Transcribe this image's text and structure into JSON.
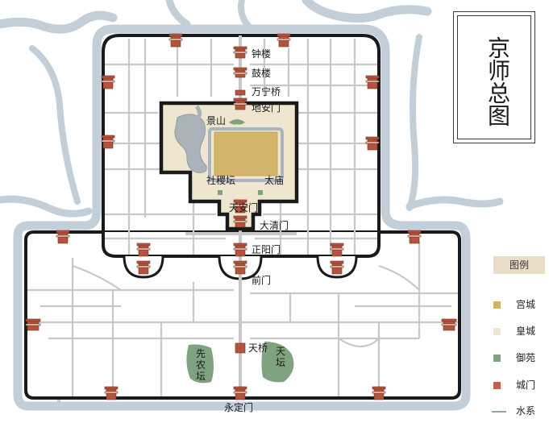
{
  "title": "京师总图",
  "labels": {
    "bell_tower": "钟楼",
    "drum_tower": "鼓楼",
    "wanning_bridge": "万宁桥",
    "dianmen": "地安门",
    "jingshan": "景山",
    "sheji_altar": "社稷坛",
    "taimiao": "太庙",
    "tiananmen": "天安门",
    "daqingmen": "大清门",
    "zhengyangmen": "正阳门",
    "qianmen": "前门",
    "tianqiao": "天桥",
    "xiannong_altar": "先农坛",
    "tiantan": "天坛",
    "yongdingmen": "永定门"
  },
  "legend": {
    "title": "图例",
    "items": [
      {
        "label": "宫城",
        "color": "#d4b46a",
        "kind": "box"
      },
      {
        "label": "皇城",
        "color": "#efe6cf",
        "kind": "box"
      },
      {
        "label": "御苑",
        "color": "#7fa380",
        "kind": "box"
      },
      {
        "label": "城门",
        "color": "#c2604a",
        "kind": "box"
      },
      {
        "label": "水系",
        "color": "#8fa3b3",
        "kind": "line"
      }
    ]
  },
  "colors": {
    "water": "#c3cfd8",
    "wall": "#1a1a1a",
    "imperial_city": "#efe6cf",
    "palace_city": "#d4b46a",
    "garden": "#7fa380",
    "gate": "#b5543c"
  }
}
